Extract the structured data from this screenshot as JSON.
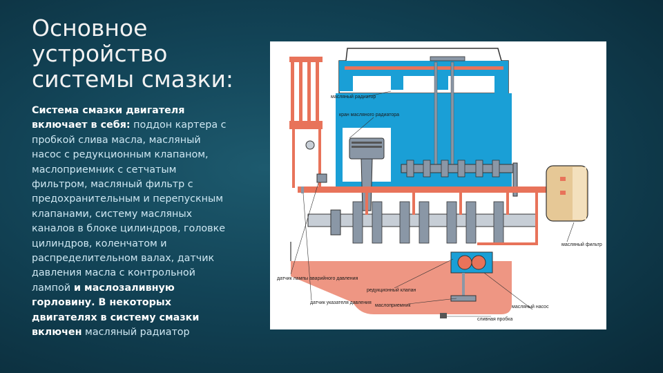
{
  "slide": {
    "title_lines": [
      "Основное",
      "устройство",
      "системы смазки:"
    ],
    "text": {
      "p1_bold": "Система смазки двигателя включает в себя:",
      "p1_text": " поддон картера с пробкой слива масла, масляный насос с редукционным клапаном, маслоприемник с сетчатым фильтром, масляный фильтр с предохранительным и перепускным клапанами, систему масляных каналов в блоке цилиндров, головке цилиндров, коленчатом и распределительном валах, датчик давления масла с контрольной лампой",
      "p1_and": " и маслозаливную горловину.",
      "p2_bold": " В некоторых двигателях в систему смазки включен",
      "p2_text": " масляный радиатор"
    }
  },
  "diagram": {
    "labels": {
      "radiator": "масляный радиатор",
      "radiator_tap": "кран масляного радиатора",
      "filter": "масляный фильтр",
      "lamp_sensor": "датчик лампы аварийного давления",
      "gauge_sensor": "датчик указателя давления",
      "relief_valve": "редукционный клапан",
      "oil_intake": "маслоприемник",
      "oil_pump": "масляный насос",
      "drain_plug": "сливная пробка"
    },
    "colors": {
      "blue": "#1a9fd6",
      "oil": "#e8735a",
      "oil_light": "#f0b8a6",
      "steel": "#8a97a6",
      "filter_tan": "#e6c896"
    }
  }
}
